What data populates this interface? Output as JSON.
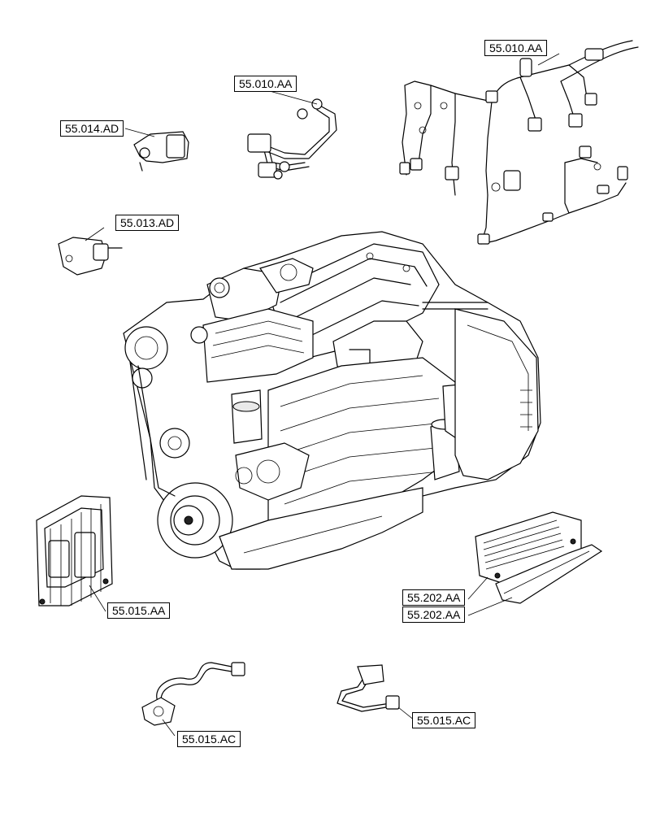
{
  "callouts": {
    "harness_top_right": "55.010.AA",
    "harness_top_center": "55.010.AA",
    "sensor_014": "55.014.AD",
    "sensor_013": "55.013.AD",
    "ecu_left": "55.015.AA",
    "ecu_cooler_upper": "55.202.AA",
    "ecu_cooler_lower": "55.202.AA",
    "speed_sensor_left": "55.015.AC",
    "speed_sensor_right": "55.015.AC"
  }
}
